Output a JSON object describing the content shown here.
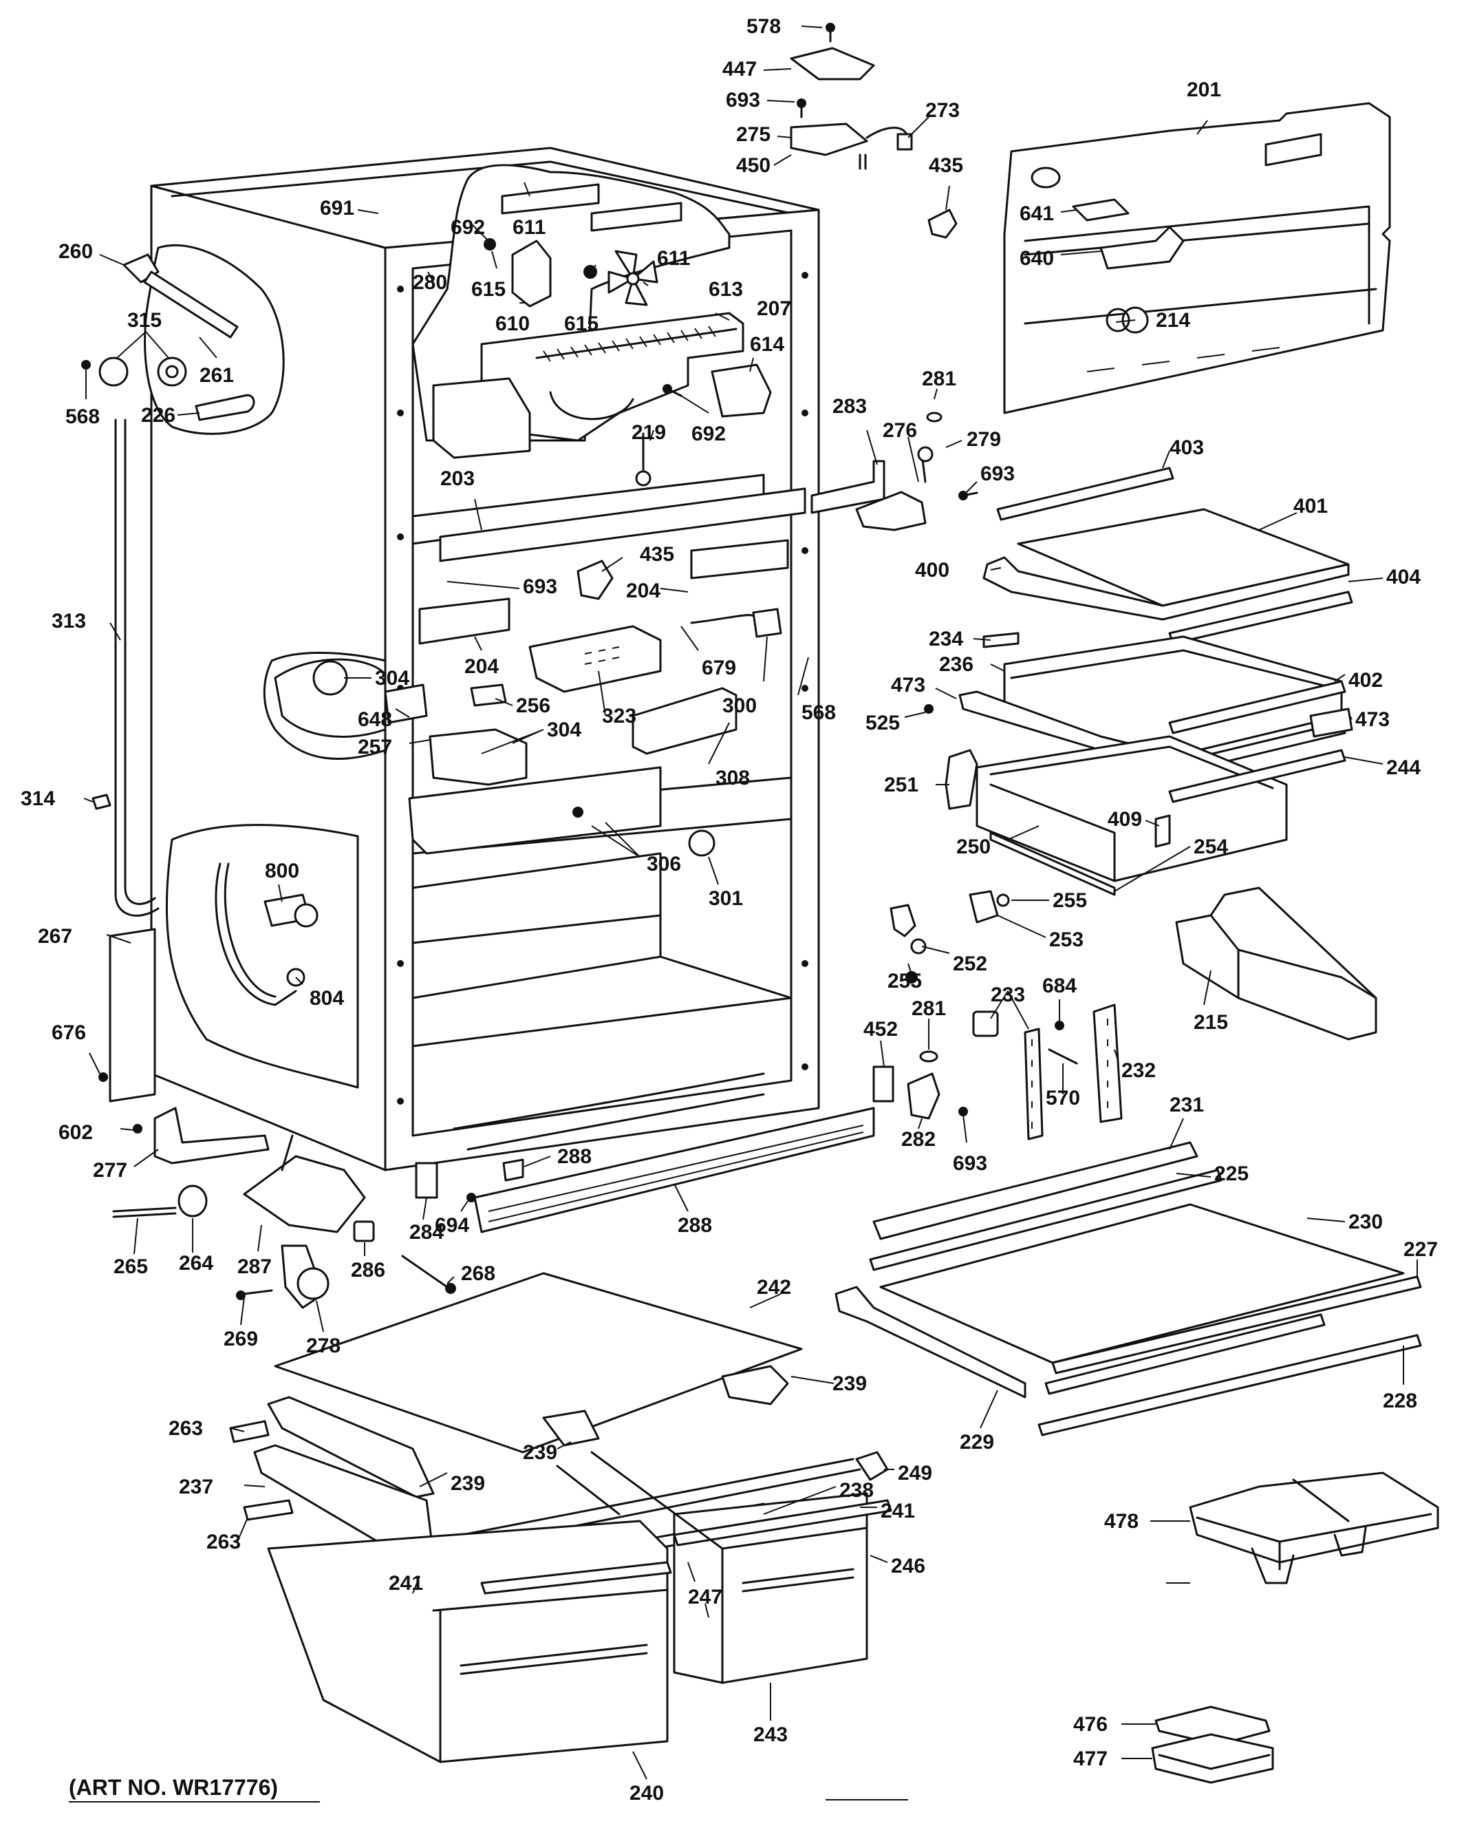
{
  "art_no": "(ART NO. WR17776)",
  "callouts": [
    {
      "id": "578",
      "text": "578"
    },
    {
      "id": "447",
      "text": "447"
    },
    {
      "id": "693a",
      "text": "693"
    },
    {
      "id": "273",
      "text": "273"
    },
    {
      "id": "275",
      "text": "275"
    },
    {
      "id": "450",
      "text": "450"
    },
    {
      "id": "201",
      "text": "201"
    },
    {
      "id": "435a",
      "text": "435"
    },
    {
      "id": "691",
      "text": "691"
    },
    {
      "id": "692a",
      "text": "692"
    },
    {
      "id": "611a",
      "text": "611"
    },
    {
      "id": "611b",
      "text": "611"
    },
    {
      "id": "641",
      "text": "641"
    },
    {
      "id": "640",
      "text": "640"
    },
    {
      "id": "260",
      "text": "260"
    },
    {
      "id": "615a",
      "text": "615"
    },
    {
      "id": "610",
      "text": "610"
    },
    {
      "id": "615b",
      "text": "615"
    },
    {
      "id": "613",
      "text": "613"
    },
    {
      "id": "280",
      "text": "280"
    },
    {
      "id": "207",
      "text": "207"
    },
    {
      "id": "214",
      "text": "214"
    },
    {
      "id": "315",
      "text": "315"
    },
    {
      "id": "261",
      "text": "261"
    },
    {
      "id": "614",
      "text": "614"
    },
    {
      "id": "568a",
      "text": "568"
    },
    {
      "id": "226",
      "text": "226"
    },
    {
      "id": "281a",
      "text": "281"
    },
    {
      "id": "283",
      "text": "283"
    },
    {
      "id": "692b",
      "text": "692"
    },
    {
      "id": "276",
      "text": "276"
    },
    {
      "id": "279",
      "text": "279"
    },
    {
      "id": "219",
      "text": "219"
    },
    {
      "id": "403",
      "text": "403"
    },
    {
      "id": "693b",
      "text": "693"
    },
    {
      "id": "203",
      "text": "203"
    },
    {
      "id": "401",
      "text": "401"
    },
    {
      "id": "435b",
      "text": "435"
    },
    {
      "id": "313",
      "text": "313"
    },
    {
      "id": "693c",
      "text": "693"
    },
    {
      "id": "400",
      "text": "400"
    },
    {
      "id": "204a",
      "text": "204"
    },
    {
      "id": "404",
      "text": "404"
    },
    {
      "id": "234",
      "text": "234"
    },
    {
      "id": "236",
      "text": "236"
    },
    {
      "id": "402",
      "text": "402"
    },
    {
      "id": "304a",
      "text": "304"
    },
    {
      "id": "204b",
      "text": "204"
    },
    {
      "id": "679",
      "text": "679"
    },
    {
      "id": "473a",
      "text": "473"
    },
    {
      "id": "648",
      "text": "648"
    },
    {
      "id": "256",
      "text": "256"
    },
    {
      "id": "525",
      "text": "525"
    },
    {
      "id": "568b",
      "text": "568"
    },
    {
      "id": "473b",
      "text": "473"
    },
    {
      "id": "323",
      "text": "323"
    },
    {
      "id": "300",
      "text": "300"
    },
    {
      "id": "257",
      "text": "257"
    },
    {
      "id": "304b",
      "text": "304"
    },
    {
      "id": "244",
      "text": "244"
    },
    {
      "id": "308",
      "text": "308"
    },
    {
      "id": "251",
      "text": "251"
    },
    {
      "id": "314",
      "text": "314"
    },
    {
      "id": "409",
      "text": "409"
    },
    {
      "id": "250",
      "text": "250"
    },
    {
      "id": "254",
      "text": "254"
    },
    {
      "id": "306",
      "text": "306"
    },
    {
      "id": "800",
      "text": "800"
    },
    {
      "id": "301",
      "text": "301"
    },
    {
      "id": "255a",
      "text": "255"
    },
    {
      "id": "267",
      "text": "267"
    },
    {
      "id": "253",
      "text": "253"
    },
    {
      "id": "255b",
      "text": "255"
    },
    {
      "id": "252",
      "text": "252"
    },
    {
      "id": "804",
      "text": "804"
    },
    {
      "id": "684",
      "text": "684"
    },
    {
      "id": "233",
      "text": "233"
    },
    {
      "id": "281b",
      "text": "281"
    },
    {
      "id": "215",
      "text": "215"
    },
    {
      "id": "676",
      "text": "676"
    },
    {
      "id": "452",
      "text": "452"
    },
    {
      "id": "232",
      "text": "232"
    },
    {
      "id": "570",
      "text": "570"
    },
    {
      "id": "231",
      "text": "231"
    },
    {
      "id": "602",
      "text": "602"
    },
    {
      "id": "282",
      "text": "282"
    },
    {
      "id": "693d",
      "text": "693"
    },
    {
      "id": "277",
      "text": "277"
    },
    {
      "id": "288a",
      "text": "288"
    },
    {
      "id": "225",
      "text": "225"
    },
    {
      "id": "284",
      "text": "284"
    },
    {
      "id": "694",
      "text": "694"
    },
    {
      "id": "288b",
      "text": "288"
    },
    {
      "id": "230",
      "text": "230"
    },
    {
      "id": "265",
      "text": "265"
    },
    {
      "id": "264",
      "text": "264"
    },
    {
      "id": "287",
      "text": "287"
    },
    {
      "id": "286",
      "text": "286"
    },
    {
      "id": "268",
      "text": "268"
    },
    {
      "id": "227",
      "text": "227"
    },
    {
      "id": "242",
      "text": "242"
    },
    {
      "id": "269",
      "text": "269"
    },
    {
      "id": "278",
      "text": "278"
    },
    {
      "id": "228",
      "text": "228"
    },
    {
      "id": "239a",
      "text": "239"
    },
    {
      "id": "229",
      "text": "229"
    },
    {
      "id": "263a",
      "text": "263"
    },
    {
      "id": "239b",
      "text": "239"
    },
    {
      "id": "249",
      "text": "249"
    },
    {
      "id": "239c",
      "text": "239"
    },
    {
      "id": "237",
      "text": "237"
    },
    {
      "id": "238",
      "text": "238"
    },
    {
      "id": "241a",
      "text": "241"
    },
    {
      "id": "478",
      "text": "478"
    },
    {
      "id": "263b",
      "text": "263"
    },
    {
      "id": "246",
      "text": "246"
    },
    {
      "id": "241b",
      "text": "241"
    },
    {
      "id": "247",
      "text": "247"
    },
    {
      "id": "476",
      "text": "476"
    },
    {
      "id": "477",
      "text": "477"
    },
    {
      "id": "243",
      "text": "243"
    },
    {
      "id": "240",
      "text": "240"
    }
  ]
}
